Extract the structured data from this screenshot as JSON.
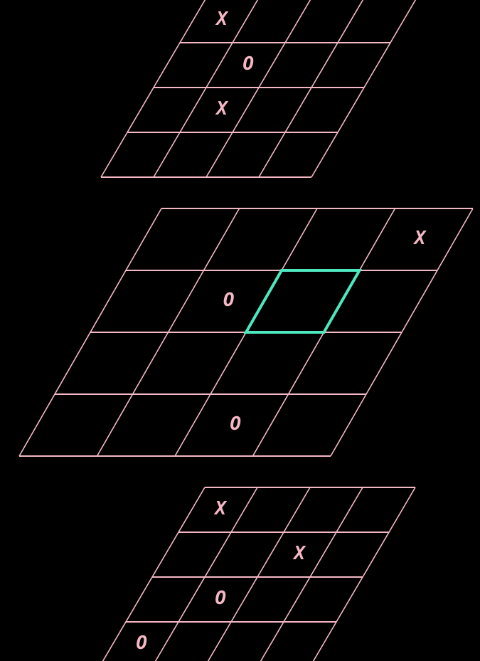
{
  "colors": {
    "background": "#000000",
    "grid": "#f4b8c4",
    "marks": "#f4b8c4",
    "highlight": "#4de8bf"
  },
  "cursor": {
    "board": 1,
    "row": 1,
    "col": 2
  },
  "boards": [
    {
      "cells": [
        [
          "X",
          "",
          "",
          ""
        ],
        [
          "",
          "O",
          "",
          ""
        ],
        [
          "",
          "X",
          "",
          ""
        ],
        [
          "",
          "",
          "",
          ""
        ]
      ]
    },
    {
      "cells": [
        [
          "",
          "",
          "",
          "X"
        ],
        [
          "",
          "O",
          "",
          ""
        ],
        [
          "",
          "",
          "",
          ""
        ],
        [
          "",
          "",
          "O",
          ""
        ]
      ]
    },
    {
      "cells": [
        [
          "X",
          "",
          "",
          ""
        ],
        [
          "",
          "",
          "X",
          ""
        ],
        [
          "",
          "O",
          "",
          ""
        ],
        [
          "O",
          "",
          "",
          ""
        ]
      ]
    }
  ]
}
